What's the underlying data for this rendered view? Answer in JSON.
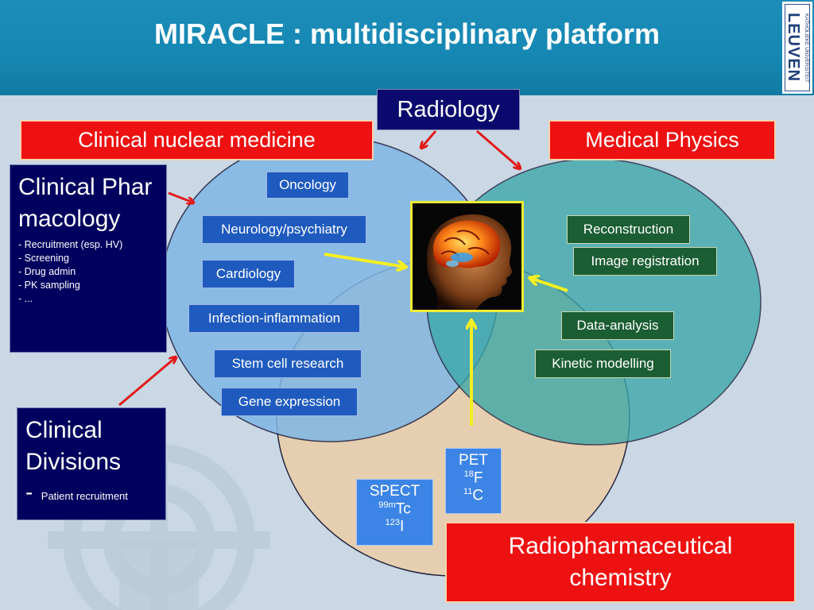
{
  "header": {
    "title": "MIRACLE : multidisciplinary platform",
    "logo": {
      "main_text": "LEUVEN",
      "sub_text": "KATHOLIEKE UNIVERSITEIT"
    }
  },
  "colors": {
    "header_blue": "#1587b3",
    "red_box": "#ee1111",
    "navy_box": "#0a0a6e",
    "circle_blue": "#7fb7e6",
    "circle_teal": "#3aa7a8",
    "circle_tan": "#e8cfae",
    "label_blue": "#1f5bbf",
    "label_green": "#1c5e34",
    "arrow_red": "#e21a1a",
    "arrow_yellow": "#f4ef22"
  },
  "disciplines": {
    "radiology": "Radiology",
    "nuclear_medicine": "Clinical nuclear medicine",
    "medical_physics": "Medical Physics",
    "radiopharma": "Radiopharmaceutical chemistry"
  },
  "clinical_pharmacology": {
    "title": "Clinical Pharmacology",
    "items": [
      "- Recruitment (esp. HV)",
      "- Screening",
      "- Drug admin",
      "- PK sampling",
      "- ..."
    ]
  },
  "clinical_divisions": {
    "title": "Clinical Divisions",
    "item_dash": "-",
    "item": "Patient recruitment"
  },
  "nuclear_medicine_topics": [
    "Oncology",
    "Neurology/psychiatry",
    "Cardiology",
    "Infection-inflammation",
    "Stem cell research",
    "Gene expression"
  ],
  "physics_topics": [
    "Reconstruction",
    "Image registration",
    "Data-analysis",
    "Kinetic modelling"
  ],
  "isotopes": {
    "pet": {
      "label": "PET",
      "iso1_mass": "18",
      "iso1_symbol": "F",
      "iso2_mass": "11",
      "iso2_symbol": "C"
    },
    "spect": {
      "label": "SPECT",
      "iso1_mass": "99m",
      "iso1_symbol": "Tc",
      "iso2_mass": "123",
      "iso2_symbol": "I"
    }
  },
  "center_image": "brain-scan-profile-image"
}
